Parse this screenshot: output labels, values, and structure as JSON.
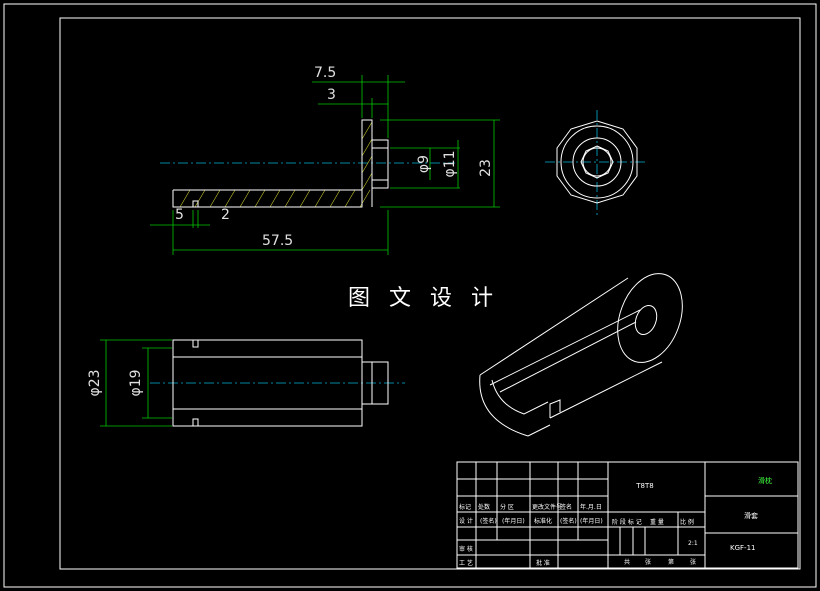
{
  "drawing": {
    "center_title": "图 文 设 计",
    "dimensions": {
      "top_total": "7.5",
      "top_step": "3",
      "dia_inner": "φ9",
      "dia_outer": "φ11",
      "height": "23",
      "groove_left": "5",
      "groove_width": "2",
      "length": "57.5",
      "dia_23": "φ23",
      "dia_19": "φ19"
    },
    "colors": {
      "outline": "#ffffff",
      "dimension": "#00c800",
      "centerline": "#00b4d8",
      "hatch": "#c8c830",
      "title_red": "#ff3030",
      "title_green": "#40ff40"
    }
  },
  "title_block": {
    "material": "T8T8",
    "part_name": "滑枕",
    "part_label": "滑套",
    "drawing_no": "KGF-11",
    "scale": "2:1",
    "row_headers": [
      "标记",
      "处数",
      "分 区",
      "更改文件号",
      "签名",
      "年.月.日"
    ],
    "row_design": [
      "设 计",
      "(签名)",
      "(年月日)",
      "标准化",
      "(签名)",
      "(年月日)"
    ],
    "row_review": "审 核",
    "row_process": "工 艺",
    "approve": "批 准",
    "stage_headers": [
      "阶 段 标 记",
      "重 量",
      "比 例"
    ],
    "sheets": [
      "共",
      "张",
      "第",
      "张"
    ]
  }
}
